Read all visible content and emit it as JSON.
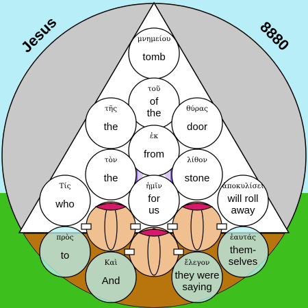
{
  "header": {
    "left_label": "Jesus",
    "right_label": "8880"
  },
  "colors": {
    "sky": "#b8eef7",
    "grass": "#3dbf1e",
    "disc": "#c8c8c8",
    "triangle": "#ffffff",
    "ground": "#b8740d",
    "accent_purple": "#8a5cf0",
    "accent_pink": "#d8186a",
    "seed": "#f0c090",
    "bubble_teal": "#b8f0ee"
  },
  "words": [
    {
      "id": "tomb",
      "greek": "μνημείου",
      "english": [
        "tomb"
      ]
    },
    {
      "id": "of-the",
      "greek": "τοῦ",
      "english": [
        "of",
        "the"
      ]
    },
    {
      "id": "the-1",
      "greek": "τῆς",
      "english": [
        "the"
      ]
    },
    {
      "id": "door",
      "greek": "θύρας",
      "english": [
        "door"
      ]
    },
    {
      "id": "from",
      "greek": "ἐκ",
      "english": [
        "from"
      ]
    },
    {
      "id": "the-2",
      "greek": "τὸν",
      "english": [
        "the"
      ]
    },
    {
      "id": "stone",
      "greek": "λίθον",
      "english": [
        "stone"
      ]
    },
    {
      "id": "who",
      "greek": "Τίς",
      "english": [
        "who"
      ]
    },
    {
      "id": "for-us",
      "greek": "ἡμῖν",
      "english": [
        "for",
        "us"
      ]
    },
    {
      "id": "will-roll-away",
      "greek": "ἀποκυλίσει",
      "english": [
        "will roll",
        "away"
      ]
    },
    {
      "id": "to",
      "greek": "πρὸς",
      "english": [
        "to"
      ]
    },
    {
      "id": "themselves",
      "greek": "ἑαυτάς",
      "english": [
        "them-",
        "selves"
      ]
    },
    {
      "id": "and",
      "greek": "Καὶ",
      "english": [
        "And"
      ]
    },
    {
      "id": "they-were-saying",
      "greek": "ἔλεγον",
      "english": [
        "they were",
        "saying"
      ]
    }
  ]
}
